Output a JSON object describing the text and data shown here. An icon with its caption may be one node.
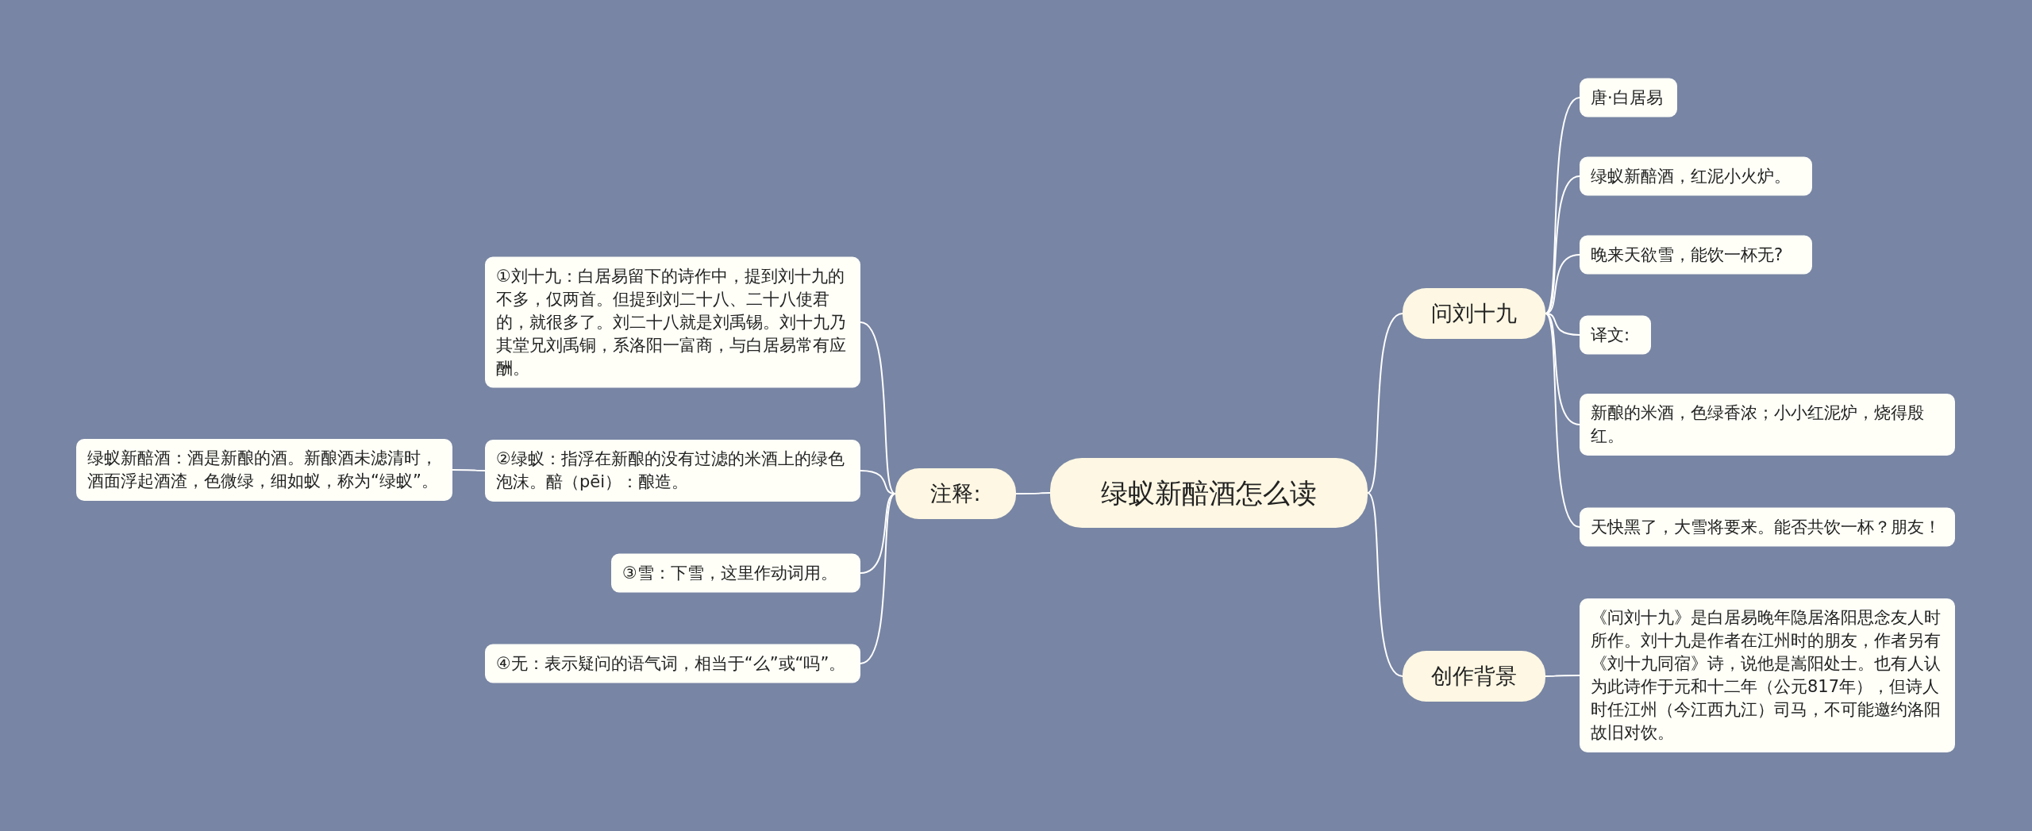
{
  "diagram": {
    "nodes": [
      {
        "text": [
          "绿蚁新醅酒怎么读"
        ]
      },
      {
        "text": [
          "问刘十九"
        ]
      },
      {
        "text": [
          "唐·白居易"
        ]
      },
      {
        "text": [
          "绿蚁新醅酒，红泥小火炉。"
        ]
      },
      {
        "text": [
          "晚来天欲雪，能饮一杯无?"
        ]
      },
      {
        "text": [
          "译文:"
        ]
      },
      {
        "text": [
          "新酿的米酒，色绿香浓；小小红泥炉，烧得殷红。"
        ]
      },
      {
        "text": [
          "天快黑了，大雪将要来。能否共饮一杯？朋友！"
        ]
      },
      {
        "text": [
          "创作背景"
        ]
      },
      {
        "text": [
          "《问刘十九》是白居易晚年隐居洛阳思念友人时所作。刘十九是作者在江州时的朋友，作者另有《刘十九同宿》诗，说他是嵩阳处士。也有人认为此诗作于元和十二年（公元817年），但诗人时任江州（今江西九江）司马，不可能邀约洛阳故旧对饮。"
        ]
      },
      {
        "text": [
          "注释:"
        ]
      },
      {
        "text": [
          "①刘十九：白居易留下的诗作中，提到刘十九的不多，仅两首。但提到刘二十八、二十八使君的，就很多了。刘二十八就是刘禹锡。刘十九乃其堂兄刘禹铜，系洛阳一富商，与白居易常有应酬。"
        ]
      },
      {
        "text": [
          "②绿蚁：指浮在新酿的没有过滤的米酒上的绿色泡沫。醅（pēi）：酿造。"
        ]
      },
      {
        "text": [
          "③雪：下雪，这里作动词用。"
        ]
      },
      {
        "text": [
          "④无：表示疑问的语气词，相当于“么”或“吗”。"
        ]
      },
      {
        "text": [
          "绿蚁新醅酒：酒是新酿的酒。新酿酒未滤清时，酒面浮起酒渣，色微绿，细如蚁，称为“绿蚁”。"
        ]
      }
    ],
    "edges": [
      {
        "from": 0,
        "to": 1,
        "arrow": "none"
      },
      {
        "from": 1,
        "to": 2,
        "arrow": "none"
      },
      {
        "from": 1,
        "to": 3,
        "arrow": "none"
      },
      {
        "from": 1,
        "to": 4,
        "arrow": "none"
      },
      {
        "from": 1,
        "to": 5,
        "arrow": "none"
      },
      {
        "from": 1,
        "to": 6,
        "arrow": "none"
      },
      {
        "from": 1,
        "to": 7,
        "arrow": "none"
      },
      {
        "from": 0,
        "to": 8,
        "arrow": "none"
      },
      {
        "from": 8,
        "to": 9,
        "arrow": "none"
      },
      {
        "from": 0,
        "to": 10,
        "arrow": "none"
      },
      {
        "from": 10,
        "to": 11,
        "arrow": "none"
      },
      {
        "from": 10,
        "to": 12,
        "arrow": "none"
      },
      {
        "from": 10,
        "to": 13,
        "arrow": "none"
      },
      {
        "from": 10,
        "to": 14,
        "arrow": "none"
      },
      {
        "from": 12,
        "to": 15,
        "arrow": "none"
      }
    ]
  }
}
